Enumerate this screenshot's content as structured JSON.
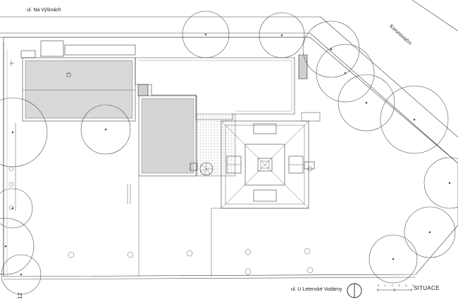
{
  "labels": {
    "street_top": "ul. Na Výšinách",
    "street_side": "Korunovační",
    "street_bottom": "ul. U Letenské Vodárny",
    "page_number": "12",
    "plan_title": "SITUACE"
  },
  "scale_bar": {
    "numbers": "0 1 2 3 4 5"
  },
  "colors": {
    "line": "#3a3a3a",
    "light_line": "#8a8a8a",
    "background": "#ffffff"
  }
}
